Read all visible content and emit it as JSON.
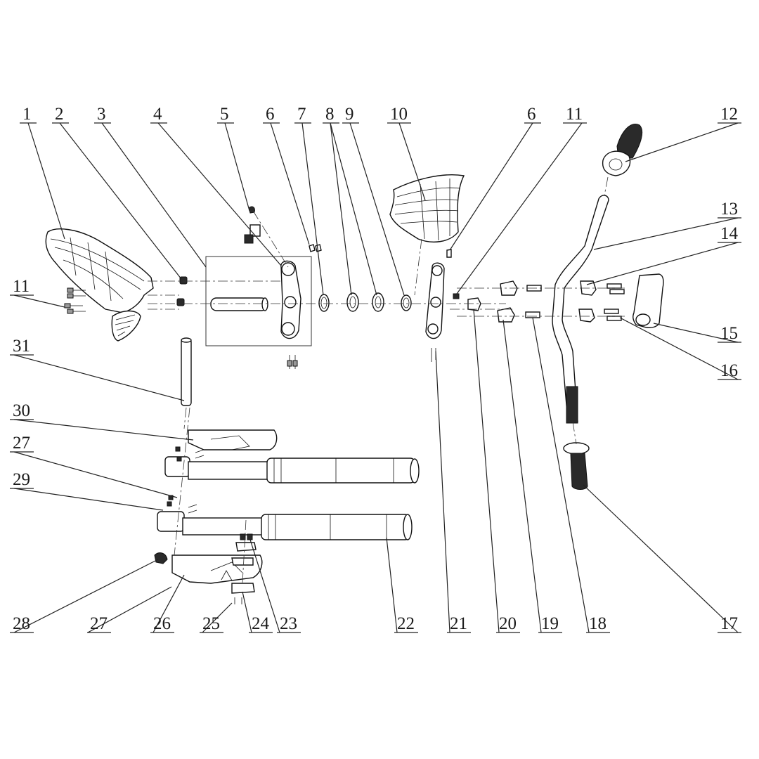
{
  "diagram": {
    "labels": [
      "1",
      "2",
      "3",
      "4",
      "5",
      "6",
      "7",
      "8",
      "9",
      "10",
      "6",
      "11",
      "12",
      "13",
      "14",
      "11",
      "31",
      "30",
      "27",
      "29",
      "15",
      "16",
      "28",
      "27",
      "26",
      "25",
      "24",
      "23",
      "22",
      "21",
      "20",
      "19",
      "18",
      "17"
    ]
  }
}
